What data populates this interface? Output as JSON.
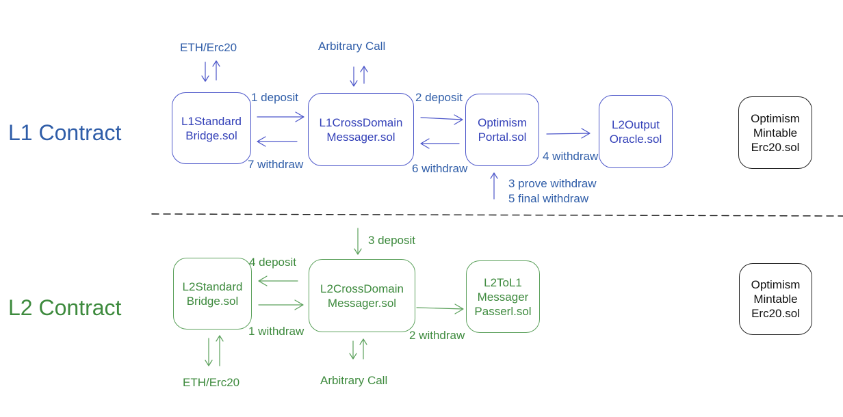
{
  "sections": {
    "l1": "L1 Contract",
    "l2": "L2 Contract"
  },
  "l1": {
    "top_labels": {
      "eth_erc20": "ETH/Erc20",
      "arbitrary_call": "Arbitrary Call"
    },
    "boxes": {
      "standard_bridge": [
        "L1Standard",
        "Bridge.sol"
      ],
      "cross_domain_messenger": [
        "L1CrossDomain",
        "Messager.sol"
      ],
      "optimism_portal": [
        "Optimism",
        "Portal.sol"
      ],
      "output_oracle": [
        "L2Output",
        "Oracle.sol"
      ],
      "mintable_erc20": [
        "Optimism",
        "Mintable",
        "Erc20.sol"
      ]
    },
    "edges": {
      "deposit_1": "1 deposit",
      "deposit_2": "2 deposit",
      "withdraw_7": "7 withdraw",
      "withdraw_6": "6 withdraw",
      "withdraw_4": "4 withdraw",
      "prove_withdraw_3": "3 prove withdraw",
      "final_withdraw_5": "5 final withdraw"
    }
  },
  "l2": {
    "bottom_labels": {
      "eth_erc20": "ETH/Erc20",
      "arbitrary_call": "Arbitrary Call"
    },
    "boxes": {
      "standard_bridge": [
        "L2Standard",
        "Bridge.sol"
      ],
      "cross_domain_messenger": [
        "L2CrossDomain",
        "Messager.sol"
      ],
      "to_l1_message_passer": [
        "L2ToL1",
        "Messager",
        "Passerl.sol"
      ],
      "mintable_erc20": [
        "Optimism",
        "Mintable",
        "Erc20.sol"
      ]
    },
    "edges": {
      "deposit_3": "3 deposit",
      "deposit_4": "4 deposit",
      "withdraw_1": "1 withdraw",
      "withdraw_2": "2 withdraw"
    }
  },
  "colors": {
    "l1_text": "#2f5da8",
    "l1_box": "#4b55c9",
    "l2_text": "#3d8a3d",
    "l2_box": "#5aa05a",
    "divider": "#111111"
  }
}
